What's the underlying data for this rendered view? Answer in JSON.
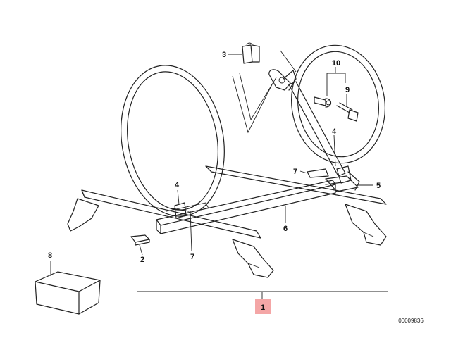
{
  "callouts": {
    "c1": "1",
    "c2": "2",
    "c3": "3",
    "c4a": "4",
    "c4b": "4",
    "c5": "5",
    "c6": "6",
    "c7a": "7",
    "c7b": "7",
    "c8": "8",
    "c9": "9",
    "c10": "10"
  },
  "reference_code": "00009836",
  "colors": {
    "line": "#222222",
    "highlight": "#f4a6a6",
    "background": "#ffffff"
  }
}
